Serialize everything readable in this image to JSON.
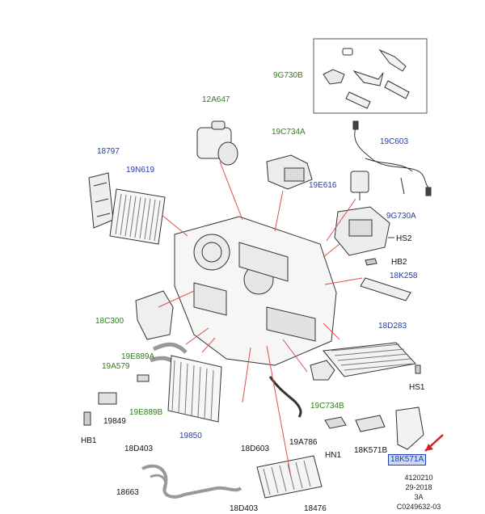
{
  "labels": {
    "l_9G730B": "9G730B",
    "l_12A647": "12A647",
    "l_19C734A": "19C734A",
    "l_19C603": "19C603",
    "l_18797": "18797",
    "l_19N619": "19N619",
    "l_19E616": "19E616",
    "l_9G730A": "9G730A",
    "l_HS2": "HS2",
    "l_HB2": "HB2",
    "l_18K258": "18K258",
    "l_18C300": "18C300",
    "l_18D283": "18D283",
    "l_19E889A": "19E889A",
    "l_19A579": "19A579",
    "l_19E889B": "19E889B",
    "l_19849": "19849",
    "l_HS1": "HS1",
    "l_19C734B": "19C734B",
    "l_HB1": "HB1",
    "l_19850": "19850",
    "l_19A786": "19A786",
    "l_HN1": "HN1",
    "l_18K571B": "18K571B",
    "l_18K571A": "18K571A",
    "l_18D403_top": "18D403",
    "l_18D603": "18D603",
    "l_18663": "18663",
    "l_18D403_bot": "18D403",
    "l_18476": "18476"
  },
  "meta": {
    "line1": "4120210",
    "line2": "29-2018",
    "line3": "3A",
    "line4": "C0249632-03"
  },
  "colors": {
    "green_label": "#2e7d1a",
    "blue_label": "#1f3fae",
    "leader_red": "#e05050",
    "arrow_red": "#d42020"
  }
}
